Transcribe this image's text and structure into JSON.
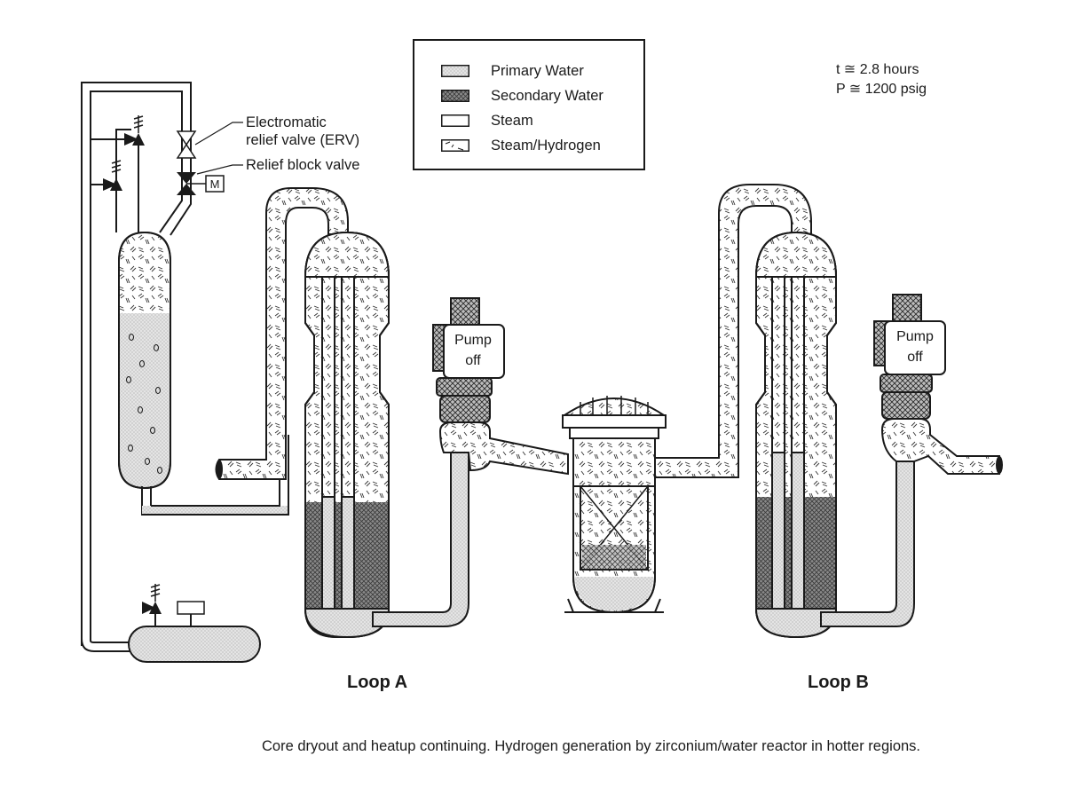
{
  "legend": {
    "items": [
      {
        "label": "Primary Water",
        "pattern": "primary"
      },
      {
        "label": "Secondary Water",
        "pattern": "secondary"
      },
      {
        "label": "Steam",
        "pattern": "steam"
      },
      {
        "label": "Steam/Hydrogen",
        "pattern": "steamh"
      }
    ]
  },
  "status": {
    "time": "t ≅ 2.8 hours",
    "pressure": "P ≅ 1200 psig"
  },
  "callouts": {
    "erv_line1": "Electromatic",
    "erv_line2": "relief valve (ERV)",
    "block_valve": "Relief block valve",
    "motor": "M"
  },
  "pumps": {
    "a_line1": "Pump",
    "a_line2": "off",
    "b_line1": "Pump",
    "b_line2": "off"
  },
  "loops": {
    "a": "Loop A",
    "b": "Loop B"
  },
  "caption": "Core dryout and heatup continuing. Hydrogen generation by zirconium/water reactor in hotter regions.",
  "colors": {
    "primary_fill": "#e2e2e2",
    "secondary_fill": "#7d7d7d",
    "steam_fill": "#ffffff",
    "line": "#1a1a1a"
  }
}
